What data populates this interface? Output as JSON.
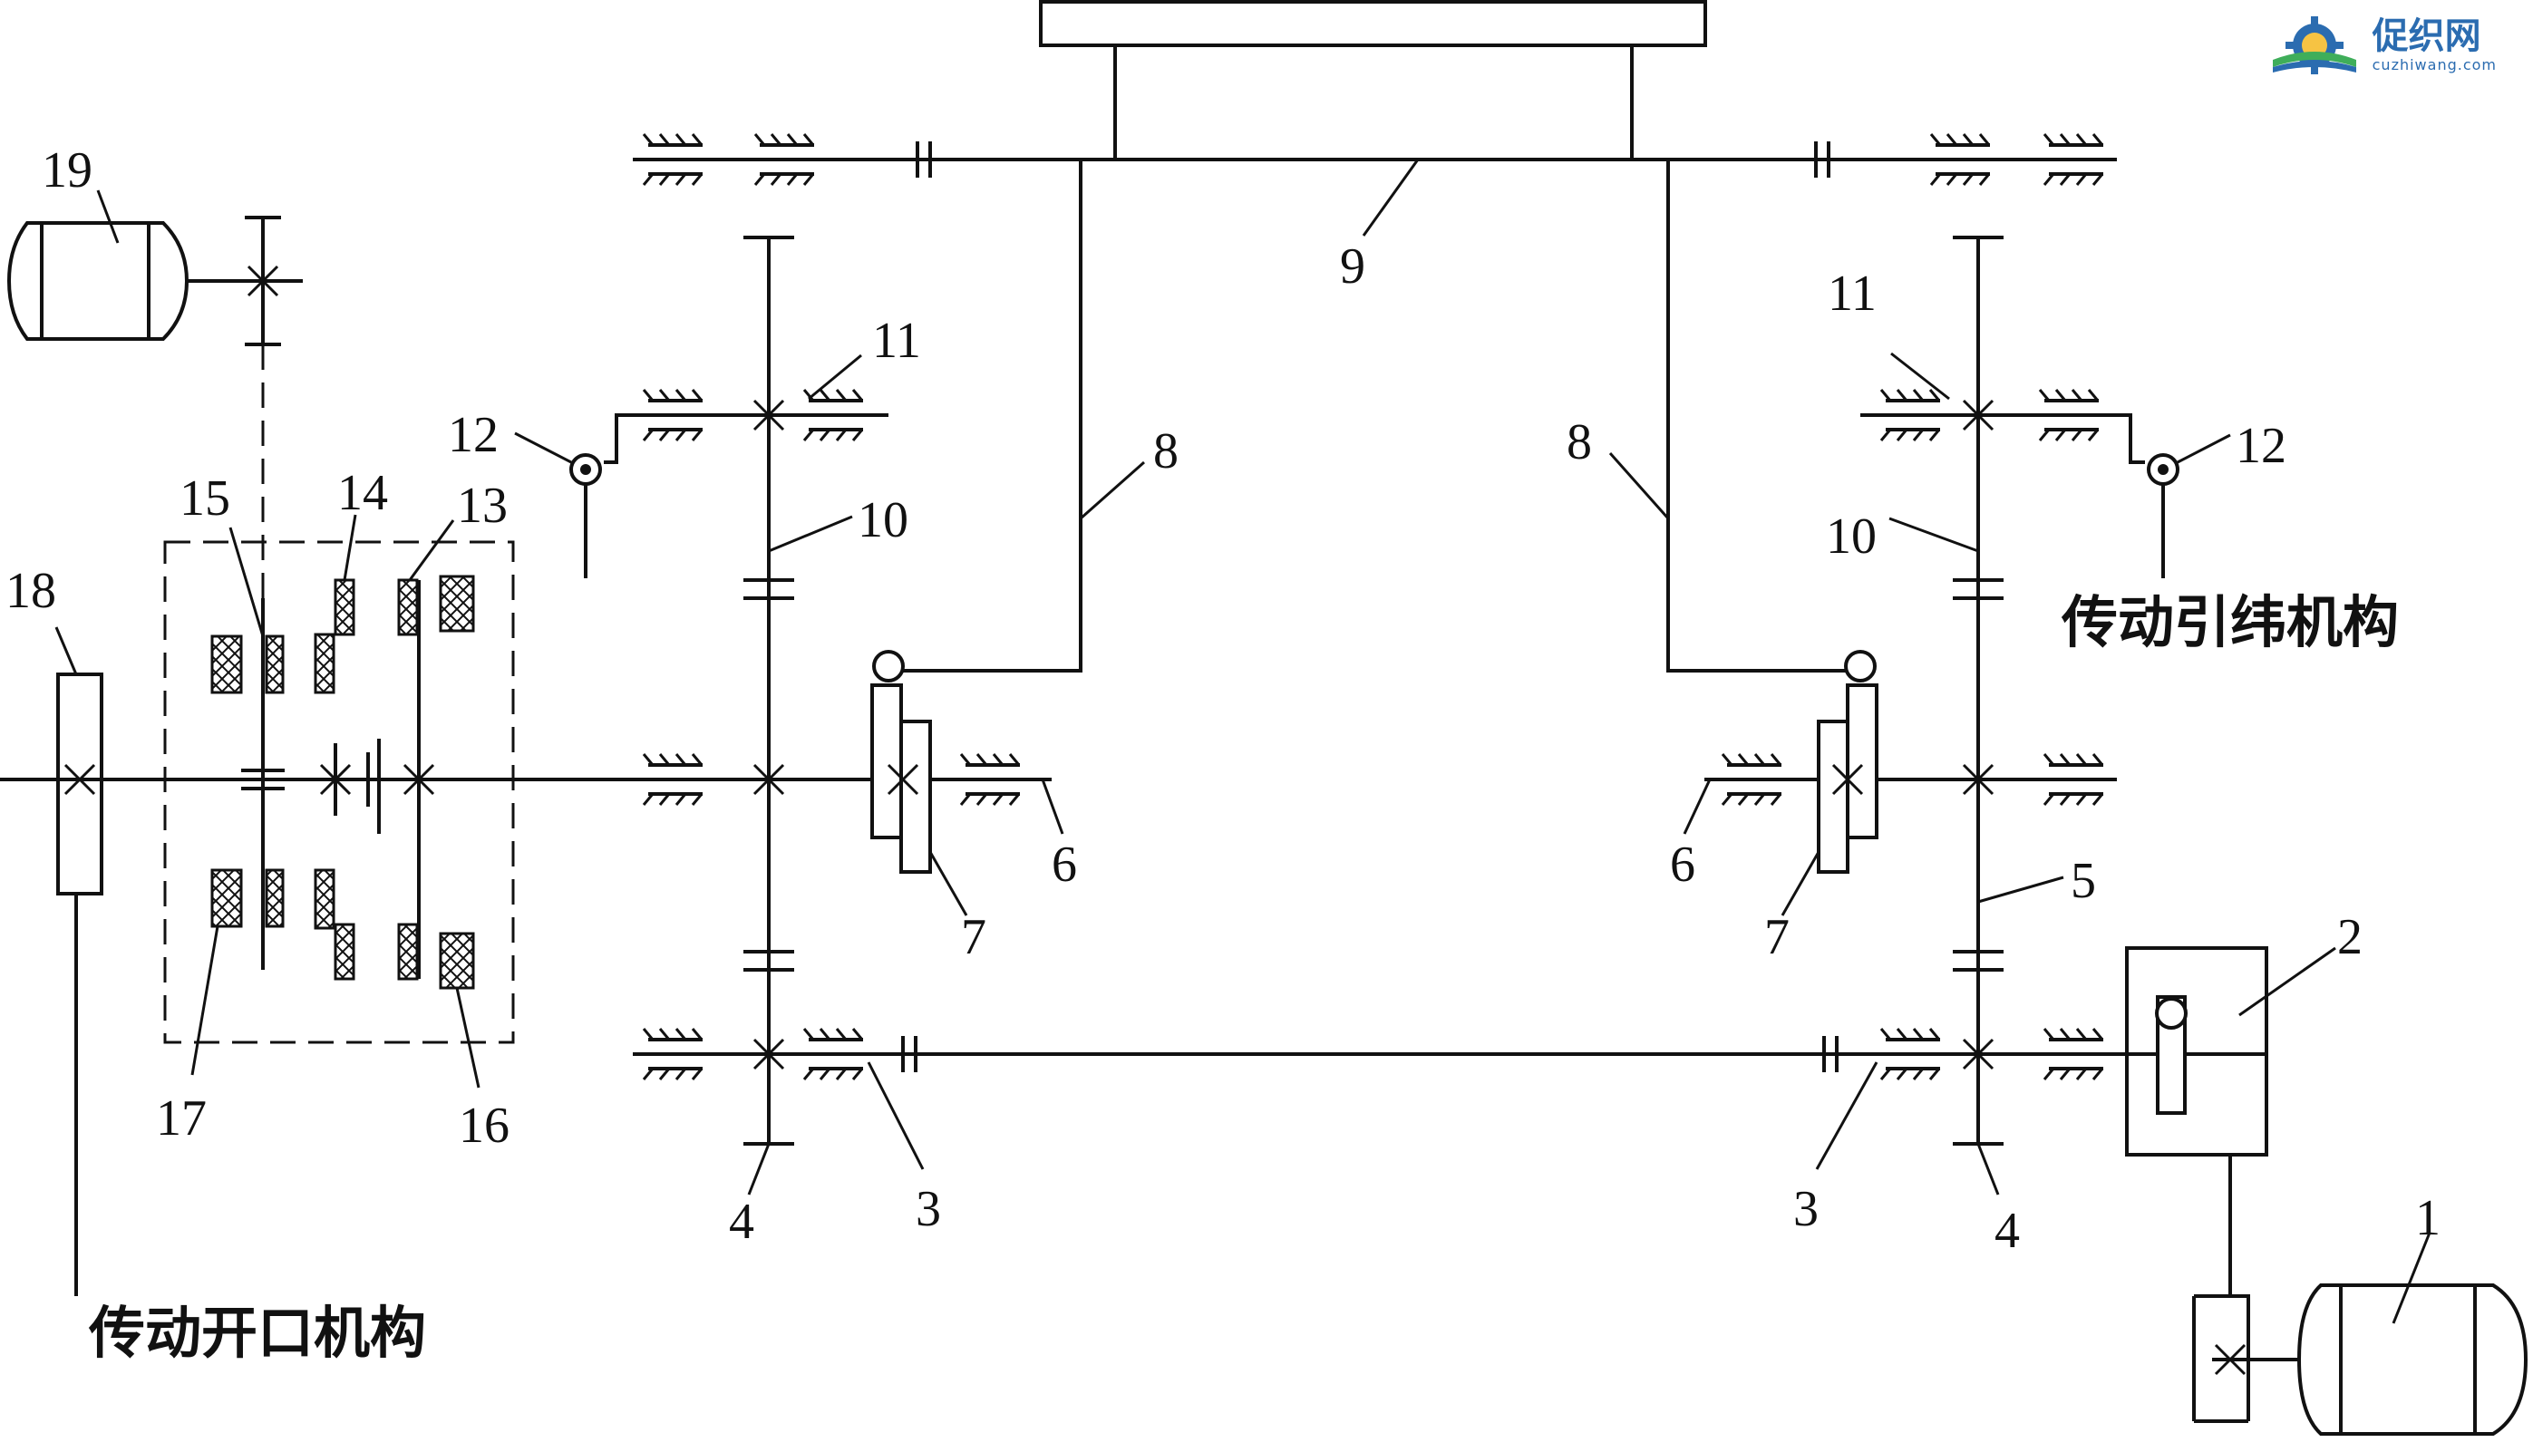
{
  "watermark": {
    "brand": "促织网",
    "url": "cuzhiwang.com",
    "icon": "gear-book-logo"
  },
  "labels": {
    "n1": "1",
    "n2": "2",
    "n3l": "3",
    "n3r": "3",
    "n4l": "4",
    "n4r": "4",
    "n5": "5",
    "n6l": "6",
    "n6r": "6",
    "n7l": "7",
    "n7r": "7",
    "n8l": "8",
    "n8r": "8",
    "n9": "9",
    "n10l": "10",
    "n10r": "10",
    "n11l": "11",
    "n11r": "11",
    "n12l": "12",
    "n12r": "12",
    "n13": "13",
    "n14": "14",
    "n15": "15",
    "n16": "16",
    "n17": "17",
    "n18": "18",
    "n19": "19"
  },
  "captions": {
    "shedding": "传动开口机构",
    "weft_insertion": "传动引纬机构"
  }
}
